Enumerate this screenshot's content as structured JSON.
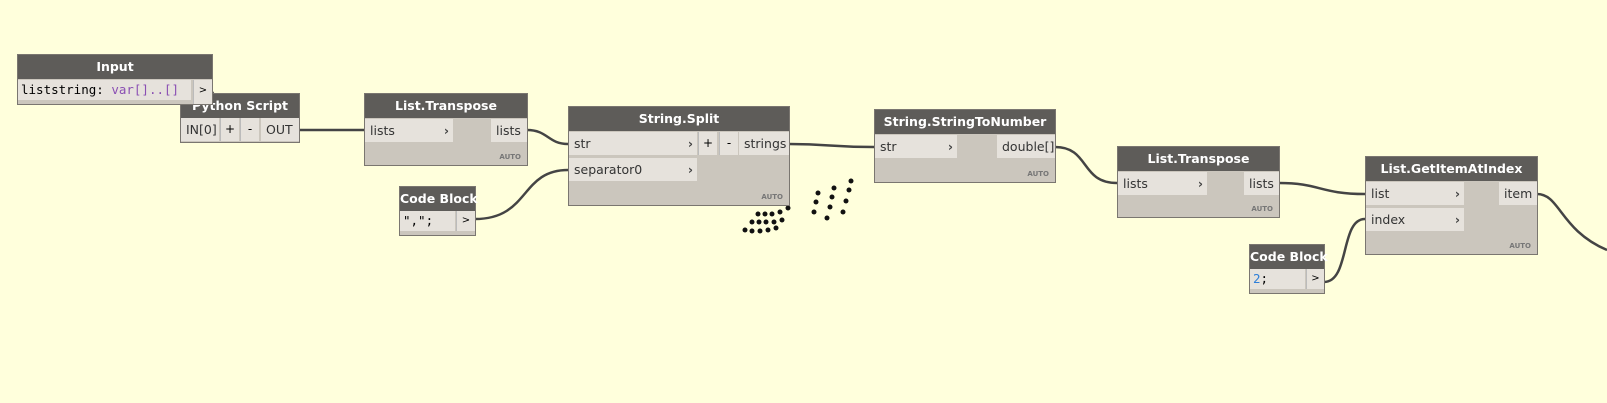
{
  "nodes": {
    "input": {
      "title": "Input",
      "name": "liststring",
      "sep": ": ",
      "type": "var[]..[]",
      "out": ">"
    },
    "python": {
      "title": "Python Script",
      "in": "IN[0]",
      "plus": "+",
      "minus": "-",
      "out": "OUT"
    },
    "transpose1": {
      "title": "List.Transpose",
      "in": "lists",
      "out": "lists",
      "lacing": "AUTO"
    },
    "code1": {
      "title": "Code Block",
      "code": "\",\";",
      "out": ">"
    },
    "split": {
      "title": "String.Split",
      "in1": "str",
      "in2": "separator0",
      "plus": "+",
      "minus": "-",
      "out": "strings",
      "lacing": "AUTO"
    },
    "s2n": {
      "title": "String.StringToNumber",
      "in": "str",
      "out": "double[]",
      "lacing": "AUTO"
    },
    "transpose2": {
      "title": "List.Transpose",
      "in": "lists",
      "out": "lists",
      "lacing": "AUTO"
    },
    "getitem": {
      "title": "List.GetItemAtIndex",
      "in1": "list",
      "in2": "index",
      "out": "item",
      "lacing": "AUTO"
    },
    "code2": {
      "title": "Code Block",
      "code_num": "2",
      "code_rest": ";",
      "out": ">"
    }
  },
  "colors": {
    "canvas": "#ffffdc",
    "header": "#5e5c59",
    "body": "#cbc6bd",
    "port": "#e6e2dc",
    "wire": "#444444",
    "keyword": "#8a4fb3",
    "number": "#2f7fd8"
  }
}
